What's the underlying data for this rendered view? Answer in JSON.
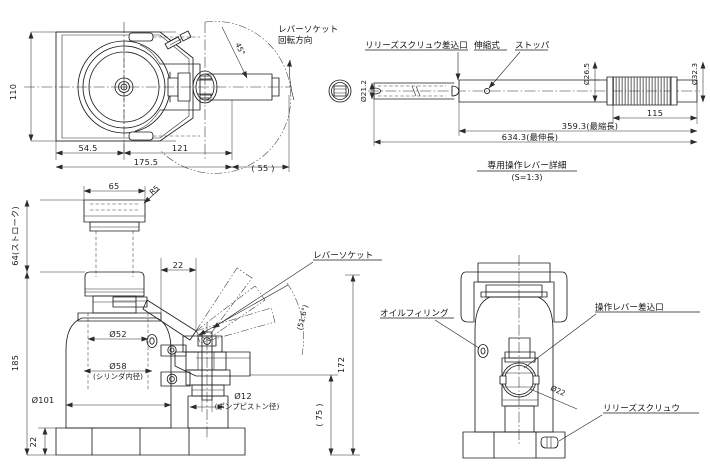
{
  "document": {
    "type": "engineering-drawing",
    "subject": "hydraulic bottle jack",
    "background_color": "#ffffff",
    "line_color": "#1d1d1d"
  },
  "views": {
    "top_plan": {
      "name": "top-plan-view",
      "dimensions": {
        "height_110": "110",
        "left_54_5": "54.5",
        "mid_121": "121",
        "total_175_5": "175.5",
        "ref_55": "( 55 )",
        "angle": "45°"
      },
      "labels": {
        "lever_socket_line1": "レバーソケット",
        "lever_socket_line2": "回転方向"
      }
    },
    "lever_detail": {
      "name": "operating-lever-detail-view",
      "caption": "専用操作レバー詳細",
      "caption_scale": "(S=1:3)",
      "labels": {
        "release_screw_port": "リリーズスクリュウ差込口",
        "telescopic": "伸縮式",
        "stopper": "ストッパ"
      },
      "dimensions": {
        "dia_21_2": "Ø21.2",
        "dia_26_5": "Ø26.5",
        "dia_32_3": "Ø32.3",
        "grip_115": "115",
        "retracted_length": "359.3(最縮長)",
        "extended_length": "634.3(最伸長)"
      }
    },
    "front_elevation": {
      "name": "front-elevation-view",
      "dimensions": {
        "stroke_64": "64(ストローク)",
        "height_185": "185",
        "base_22": "22",
        "saddle_65": "65",
        "radius_r5": "R5",
        "offset_22": "22",
        "dia_52": "Ø52",
        "dia_58": "Ø58",
        "dia_58_note": "(シリンダ内径)",
        "dia_101": "Ø101",
        "dia_12": "Ø12",
        "dia_12_note": "(ポンプピストン径)",
        "height_172": "172",
        "ref_75": "( 75 )",
        "lever_angle": "(51.6°)"
      },
      "labels": {
        "lever_socket": "レバーソケット"
      }
    },
    "rear_elevation": {
      "name": "rear-elevation-view",
      "labels": {
        "oil_filling": "オイルフィリング",
        "lever_socket_port": "操作レバー差込口",
        "release_screw": "リリーズスクリュウ"
      },
      "dimensions": {
        "dia_22": "Ø22"
      }
    }
  }
}
